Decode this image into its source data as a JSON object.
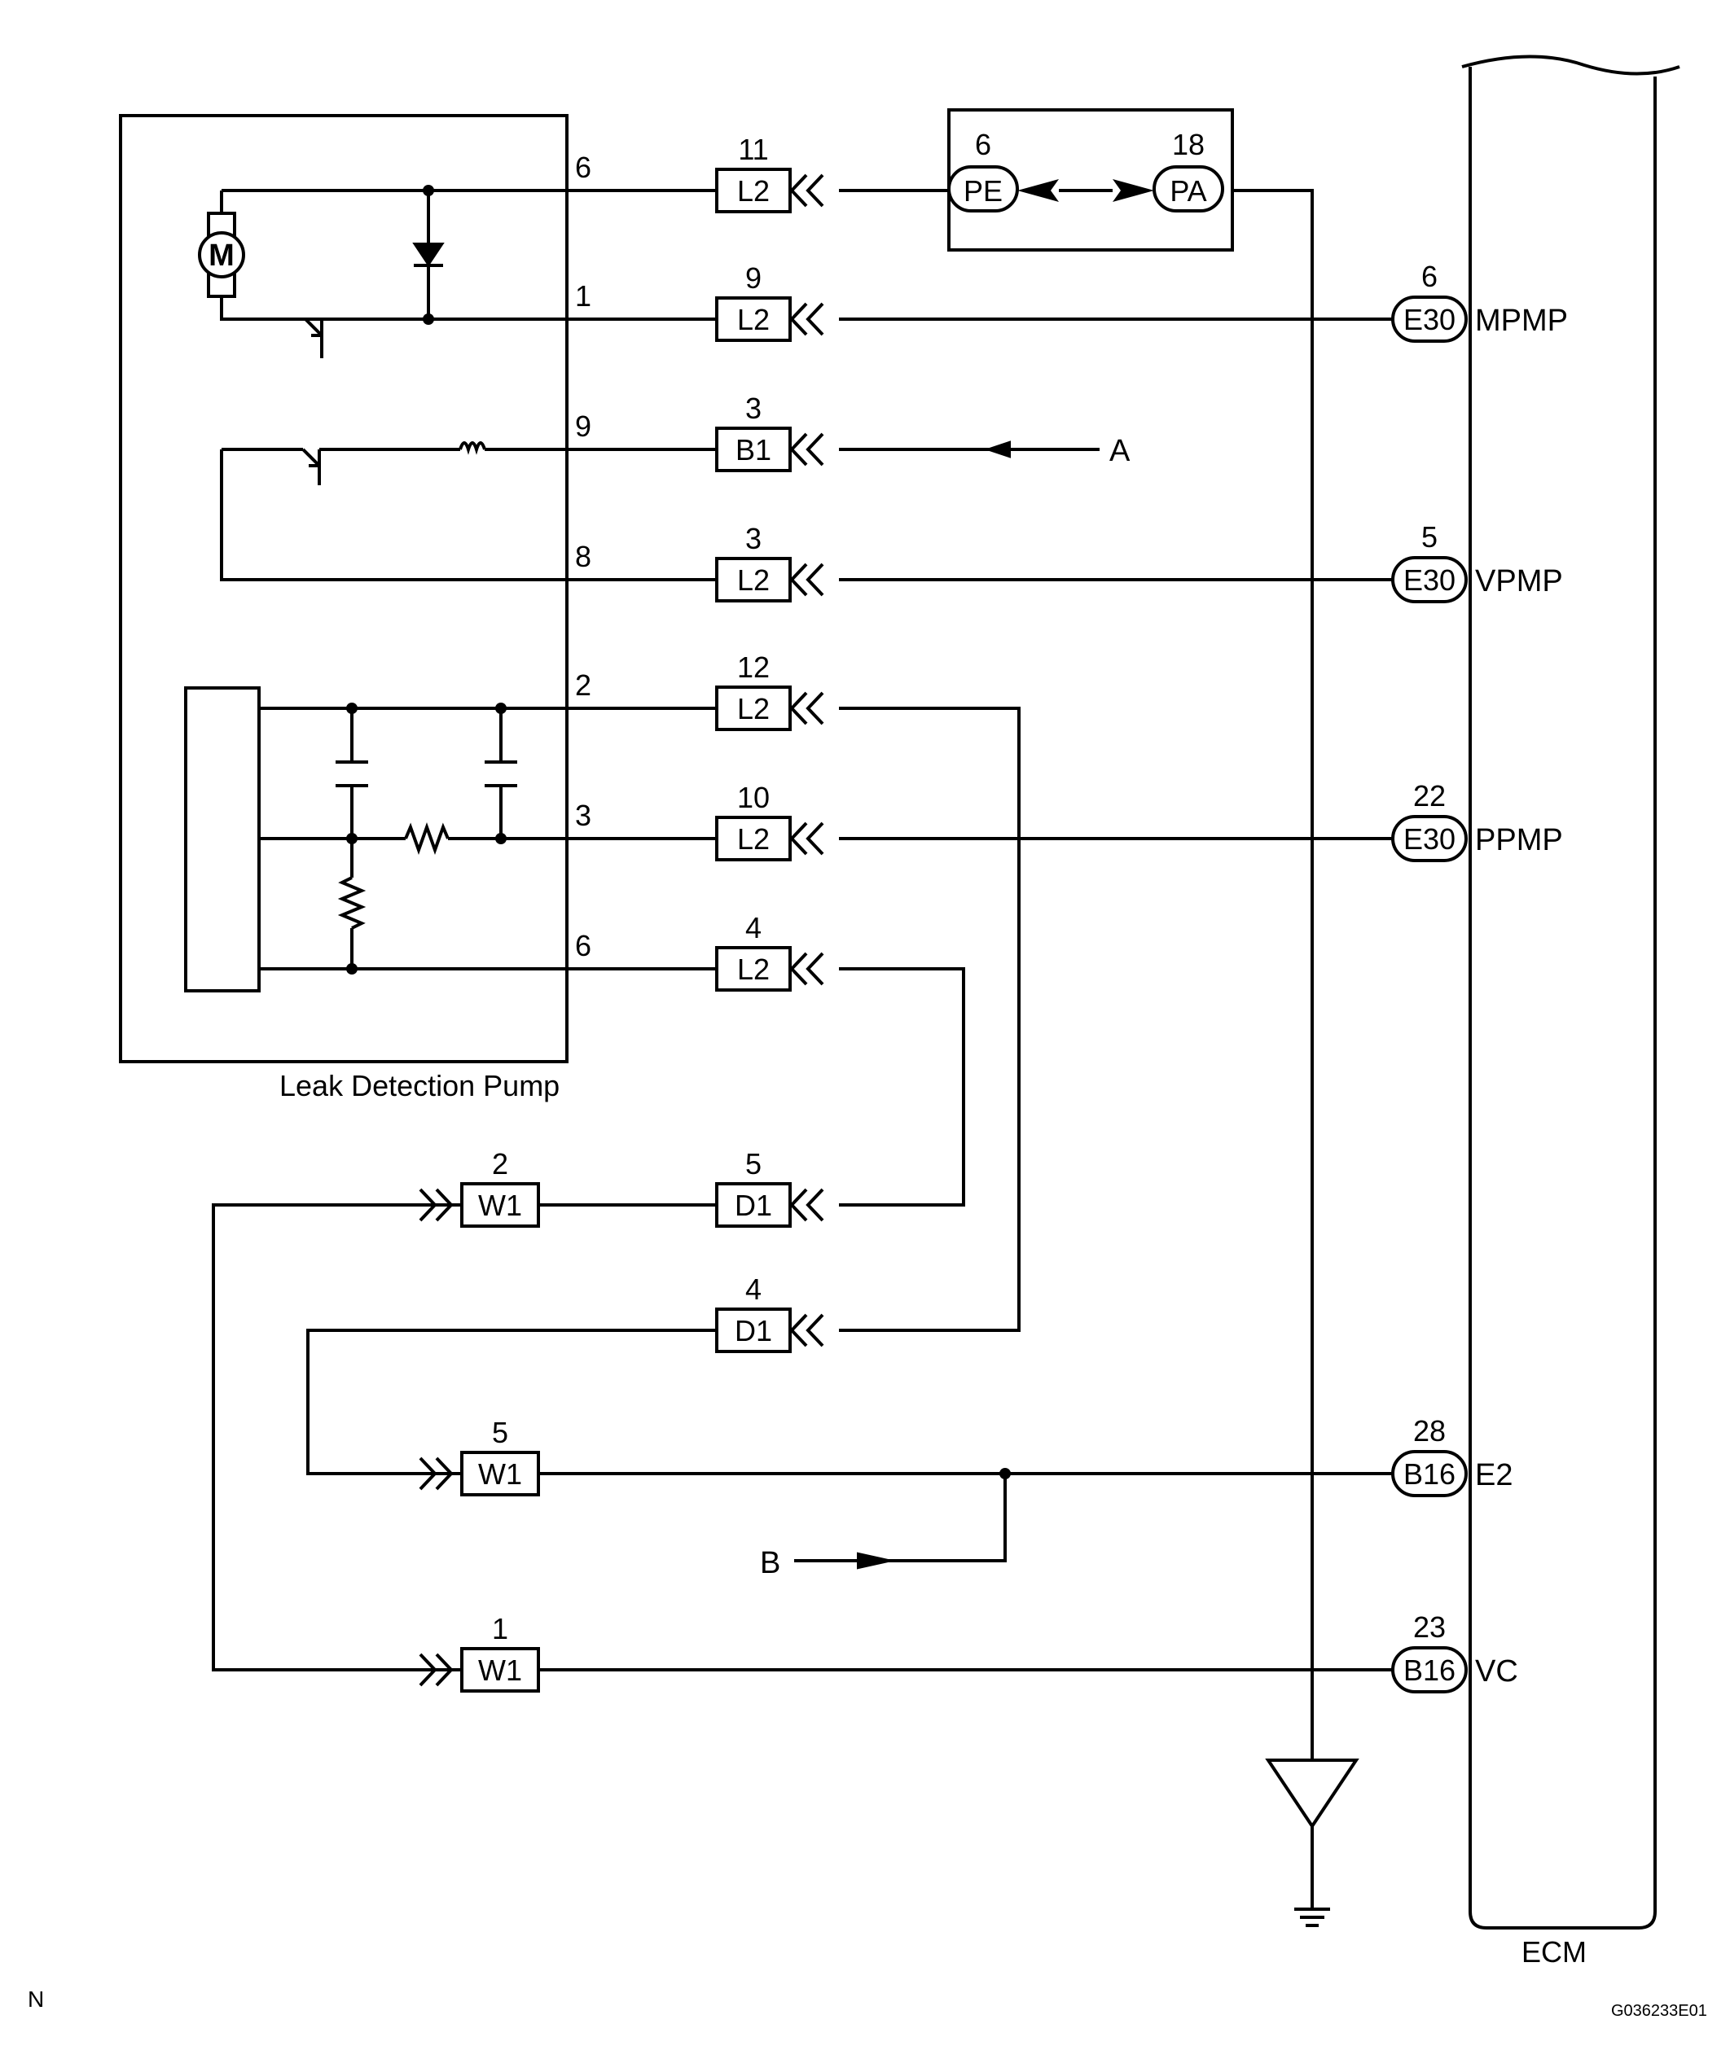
{
  "component_label": "Leak Detection Pump",
  "ecm_label": "ECM",
  "motor_symbol": "M",
  "corner_left": "N",
  "figure_id": "G036233E01",
  "relay_connector": {
    "left": {
      "pin": "6",
      "name": "PE"
    },
    "right": {
      "pin": "18",
      "name": "PA"
    }
  },
  "pump_pins": [
    "6",
    "1",
    "9",
    "8",
    "2",
    "3",
    "6"
  ],
  "connectors": [
    {
      "pin": "11",
      "name": "L2"
    },
    {
      "pin": "9",
      "name": "L2"
    },
    {
      "pin": "3",
      "name": "B1"
    },
    {
      "pin": "3",
      "name": "L2"
    },
    {
      "pin": "12",
      "name": "L2"
    },
    {
      "pin": "10",
      "name": "L2"
    },
    {
      "pin": "4",
      "name": "L2"
    },
    {
      "pin": "5",
      "name": "D1"
    },
    {
      "pin": "4",
      "name": "D1"
    },
    {
      "pin": "2",
      "name": "W1"
    },
    {
      "pin": "5",
      "name": "W1"
    },
    {
      "pin": "1",
      "name": "W1"
    }
  ],
  "ecm_terminals": [
    {
      "pin": "6",
      "conn": "E30",
      "signal": "MPMP"
    },
    {
      "pin": "5",
      "conn": "E30",
      "signal": "VPMP"
    },
    {
      "pin": "22",
      "conn": "E30",
      "signal": "PPMP"
    },
    {
      "pin": "28",
      "conn": "B16",
      "signal": "E2"
    },
    {
      "pin": "23",
      "conn": "B16",
      "signal": "VC"
    }
  ],
  "markers": {
    "a": "A",
    "b": "B"
  }
}
